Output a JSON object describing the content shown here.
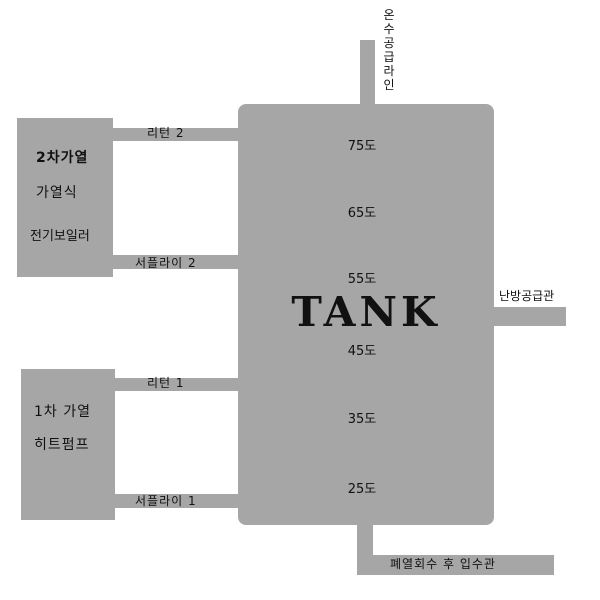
{
  "tank": {
    "title": "TANK",
    "temps": [
      "75도",
      "65도",
      "55도",
      "45도",
      "35도",
      "25도"
    ]
  },
  "source2": {
    "line1": "2차가열",
    "line2": "가열식",
    "line3": "전기보일러",
    "return_label": "리턴 2",
    "supply_label": "서플라이 2"
  },
  "source1": {
    "line1": "1차 가열",
    "line2": "히트펌프",
    "return_label": "리턴 1",
    "supply_label": "서플라이 1"
  },
  "outlets": {
    "hot_water_supply": "온수공급라인",
    "heating_supply": "난방공급관",
    "drain_recovery": "폐열회수 후 입수관"
  },
  "colors": {
    "shape_fill": "#a6a6a6",
    "text": "#111111"
  }
}
